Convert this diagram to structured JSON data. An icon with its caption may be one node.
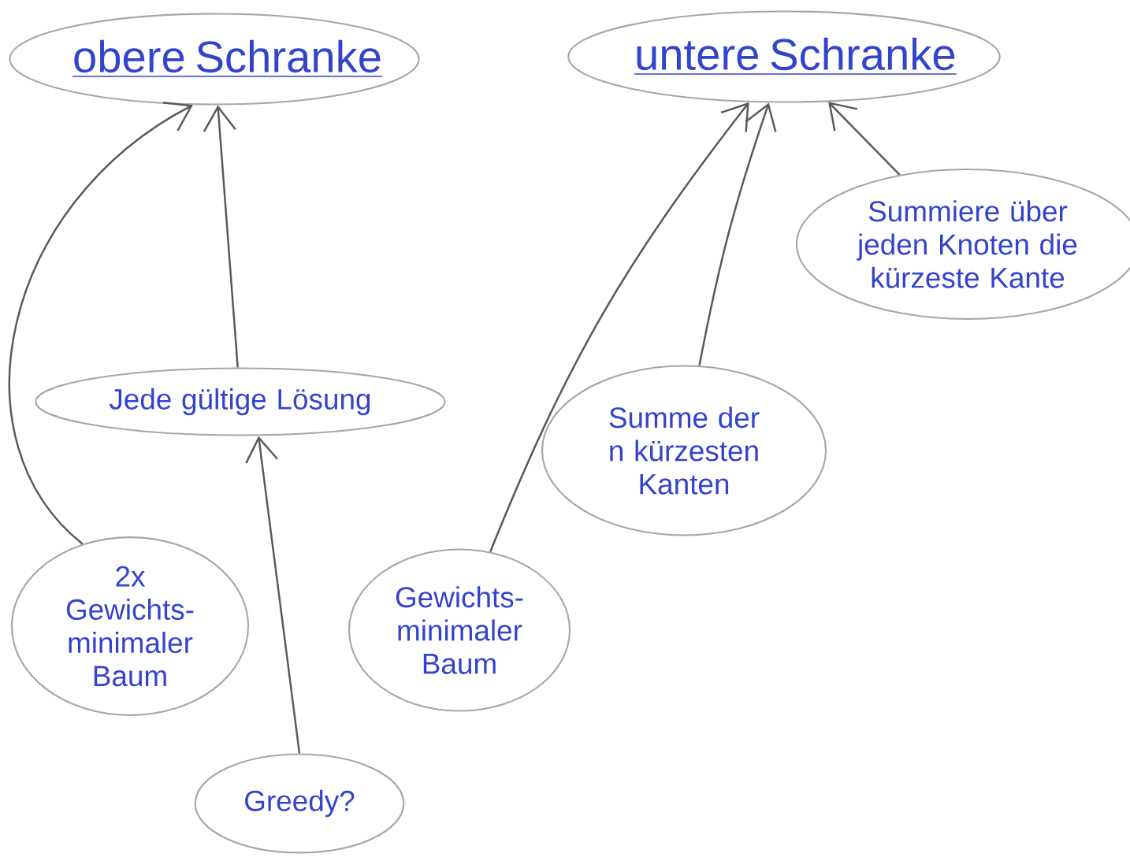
{
  "diagram": {
    "nodes": [
      {
        "text": [
          "obere Schranke"
        ]
      },
      {
        "text": [
          "untere Schranke"
        ]
      },
      {
        "text": [
          "Jede gültige Lösung"
        ]
      },
      {
        "text": [
          "Summiere über jeden Knoten die kürzeste Kante"
        ]
      },
      {
        "text": [
          "Summe der n kürzesten Kanten"
        ]
      },
      {
        "text": [
          "2x Gewichts- minimaler Baum"
        ]
      },
      {
        "text": [
          "Gewichts- minimaler Baum"
        ]
      },
      {
        "text": [
          "Greedy?"
        ]
      }
    ],
    "edges": [
      {
        "from": 5,
        "to": 0,
        "arrow": "to"
      },
      {
        "from": 2,
        "to": 0,
        "arrow": "to"
      },
      {
        "from": 6,
        "to": 1,
        "arrow": "to"
      },
      {
        "from": 4,
        "to": 1,
        "arrow": "to"
      },
      {
        "from": 3,
        "to": 1,
        "arrow": "to"
      },
      {
        "from": 7,
        "to": 2,
        "arrow": "to"
      }
    ]
  }
}
